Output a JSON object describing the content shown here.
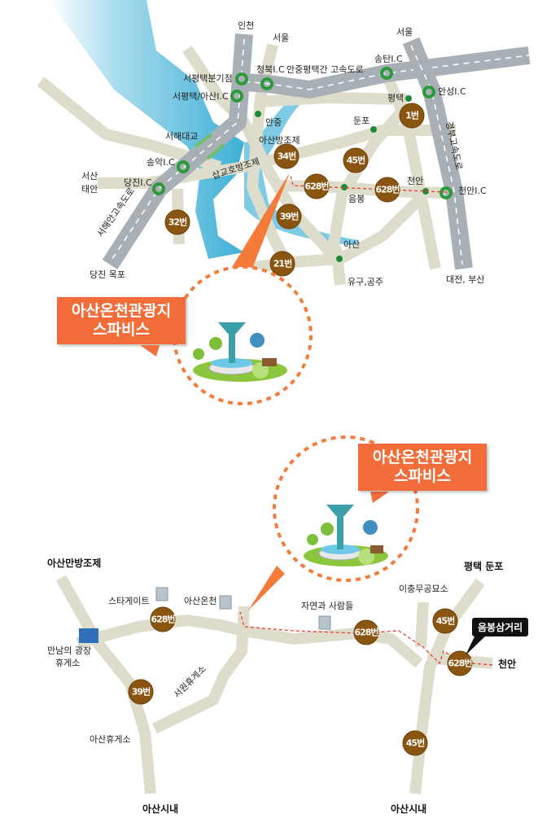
{
  "colors": {
    "road": "#dedccb",
    "highway": "#a9b0b5",
    "water": "#5bbcdc",
    "badge": "#8a5510",
    "ic": "#2a9a3a",
    "accent": "#f26d3a",
    "route": "#ee3b2b"
  },
  "top_map": {
    "callout": {
      "line1": "아산온천관광지",
      "line2": "스파비스"
    },
    "labels": [
      "인천",
      "서울",
      "서울",
      "서평택분기점",
      "청북I.C",
      "안중평택간 고속도로",
      "송탄I.C",
      "서평택/아산I.C",
      "안성I.C",
      "평택",
      "안중",
      "둔포",
      "서해대교",
      "아산방조제",
      "송악I.C",
      "삽교호방조제",
      "서산",
      "태안",
      "당진I.C",
      "서해안고속도로",
      "경부고속도로",
      "천안",
      "천안I.C",
      "음봉",
      "아산",
      "유구,공주",
      "당진 목포",
      "대전, 부산"
    ],
    "badges": [
      "32번",
      "34번",
      "628번",
      "45번",
      "628번",
      "1번",
      "39번",
      "21번"
    ]
  },
  "bottom_map": {
    "callout": {
      "line1": "아산온천관광지",
      "line2": "스파비스"
    },
    "labels": [
      "아산만방조제",
      "스타게이트",
      "아산온천",
      "만남의 광장",
      "휴게소",
      "자연과 사람들",
      "이충무공묘소",
      "평택 둔포",
      "서원휴게소",
      "아산휴게소",
      "천안",
      "아산시내",
      "아산시내"
    ],
    "highlight": "음봉삼거리",
    "badges": [
      "628번",
      "39번",
      "628번",
      "45번",
      "628번",
      "45번"
    ]
  }
}
